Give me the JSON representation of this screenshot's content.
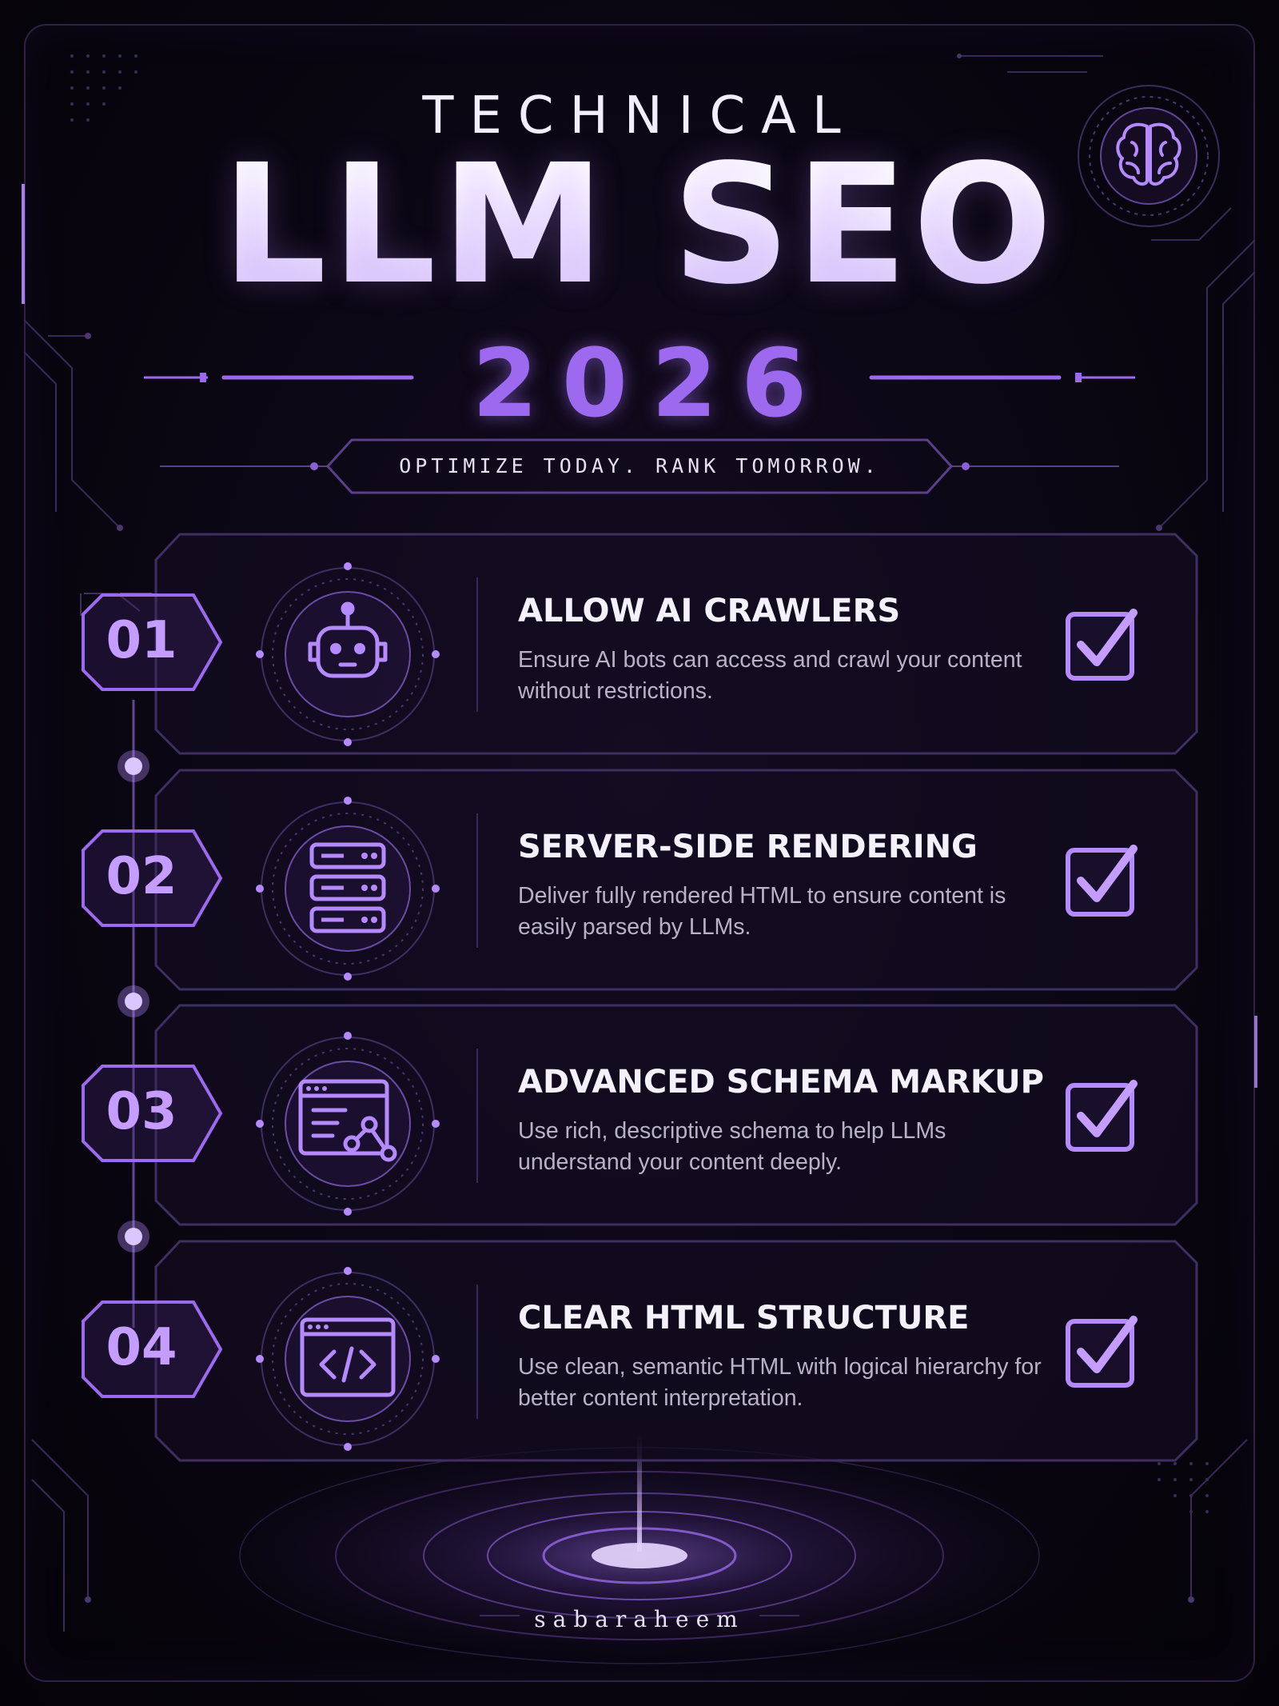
{
  "header": {
    "title_top": "TECHNICAL",
    "title_main": "LLM SEO",
    "title_year": "2026",
    "tagline": "OPTIMIZE TODAY. RANK TOMORROW.",
    "badge_icon": "brain-icon"
  },
  "steps": [
    {
      "number": "01",
      "title": "ALLOW AI CRAWLERS",
      "description": "Ensure AI bots can access and crawl your content without restrictions.",
      "icon": "robot-icon",
      "checked": true
    },
    {
      "number": "02",
      "title": "SERVER-SIDE RENDERING",
      "description": "Deliver fully rendered HTML to ensure content is easily parsed by LLMs.",
      "icon": "server-icon",
      "checked": true
    },
    {
      "number": "03",
      "title": "ADVANCED SCHEMA MARKUP",
      "description": "Use rich, descriptive schema to help LLMs understand your content deeply.",
      "icon": "schema-window-icon",
      "checked": true
    },
    {
      "number": "04",
      "title": "CLEAR HTML STRUCTURE",
      "description": "Use clean, semantic HTML with logical hierarchy for better content interpretation.",
      "icon": "code-window-icon",
      "checked": true
    }
  ],
  "footer": {
    "brand": "sabaraheem"
  },
  "colors": {
    "accent": "#9d6aef",
    "accent_light": "#c59cff",
    "background": "#0a0612",
    "card_border": "#3a2a5a"
  }
}
